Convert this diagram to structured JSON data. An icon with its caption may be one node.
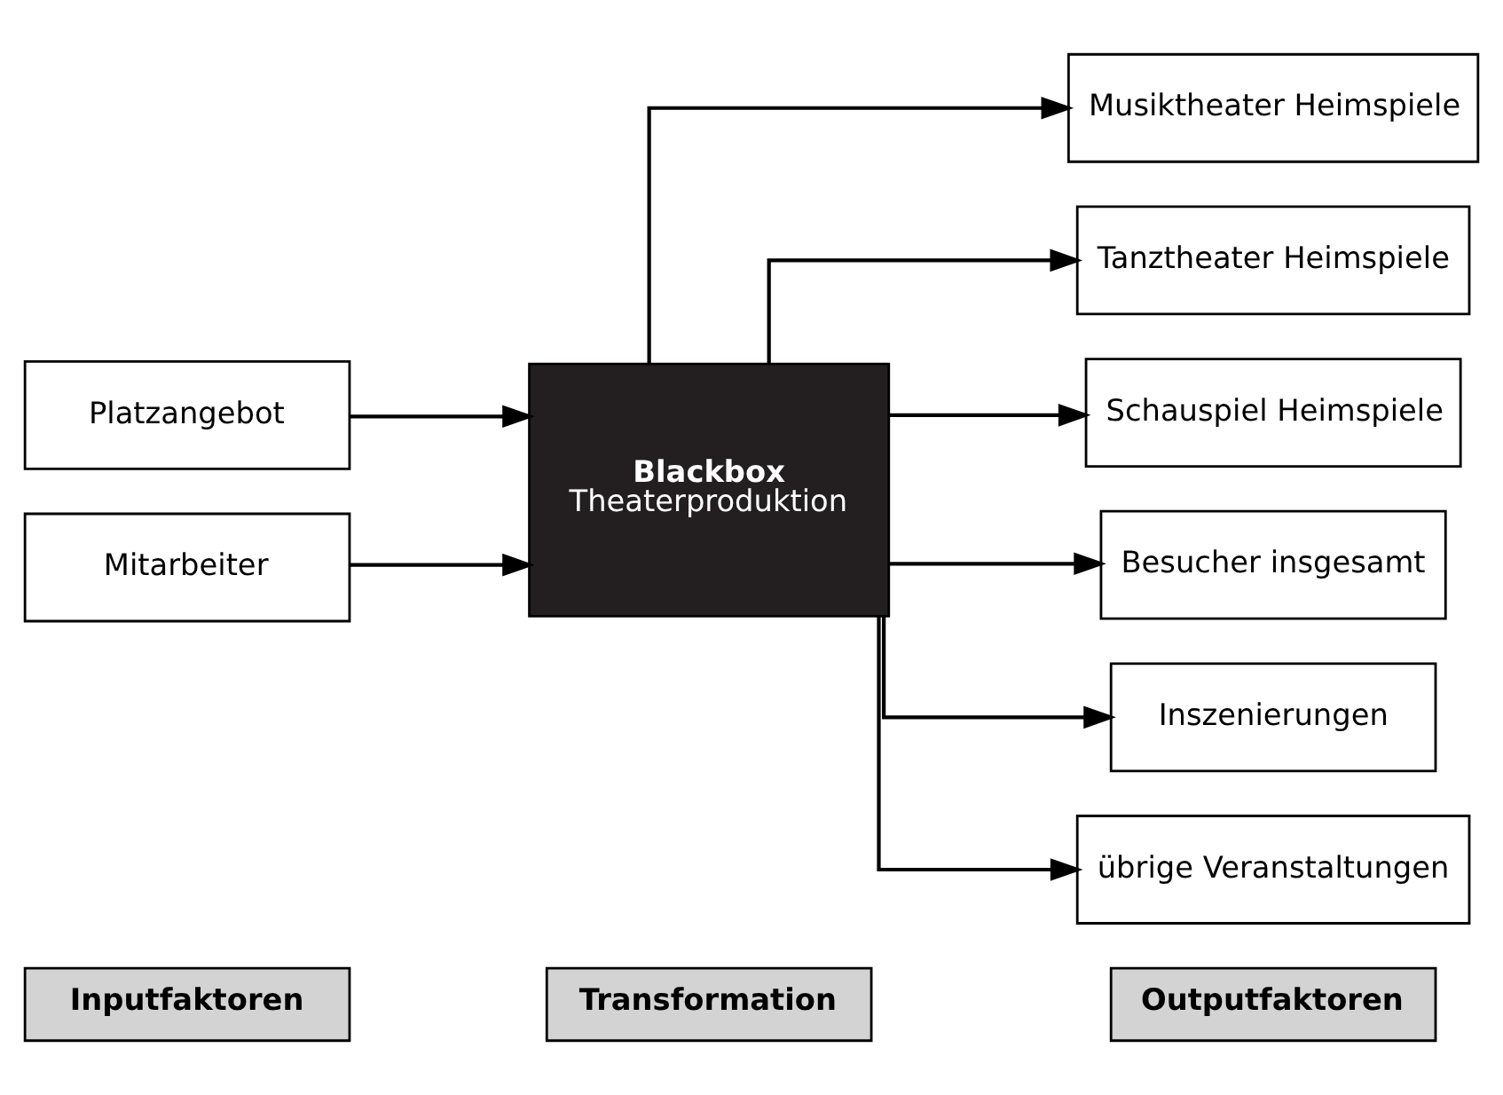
{
  "diagram": {
    "nodes": [
      {
        "text": [
          "Inputfaktoren"
        ]
      },
      {
        "text": [
          "Transformation"
        ]
      },
      {
        "text": [
          "Outputfaktoren"
        ]
      },
      {
        "text": [
          "Platzangebot"
        ]
      },
      {
        "text": [
          "Mitarbeiter"
        ]
      },
      {
        "text": [
          "Blackbox",
          "Theaterproduktion"
        ]
      },
      {
        "text": [
          "Musiktheater Heimspiele"
        ]
      },
      {
        "text": [
          "Tanztheater Heimspiele"
        ]
      },
      {
        "text": [
          "Schauspiel Heimspiele"
        ]
      },
      {
        "text": [
          "Besucher insgesamt"
        ]
      },
      {
        "text": [
          "Inszenierungen"
        ]
      },
      {
        "text": [
          "übrige Veranstaltungen"
        ]
      }
    ],
    "edges": [
      {
        "from": 3,
        "to": 5,
        "arrow": "to"
      },
      {
        "from": 4,
        "to": 5,
        "arrow": "to"
      },
      {
        "from": 5,
        "to": 6,
        "arrow": "to"
      },
      {
        "from": 5,
        "to": 7,
        "arrow": "to"
      },
      {
        "from": 5,
        "to": 8,
        "arrow": "to"
      },
      {
        "from": 5,
        "to": 9,
        "arrow": "to"
      },
      {
        "from": 5,
        "to": 10,
        "arrow": "to"
      },
      {
        "from": 5,
        "to": 11,
        "arrow": "to"
      }
    ]
  }
}
